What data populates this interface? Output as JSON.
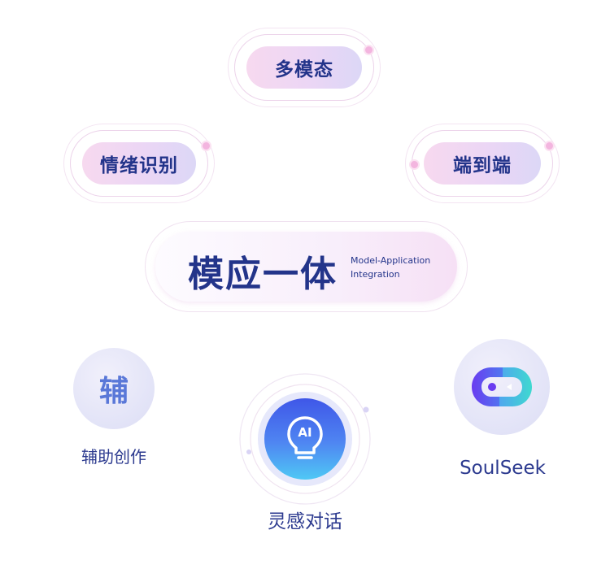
{
  "top": {
    "label": "多模态"
  },
  "left": {
    "label": "情绪识别"
  },
  "right": {
    "label": "端到端"
  },
  "center": {
    "title": "模应一体",
    "subtitle_line1": "Model-Application",
    "subtitle_line2": "Integration"
  },
  "features": [
    {
      "label": "辅助创作",
      "icon_glyph": "辅",
      "icon": "fu-character-icon"
    },
    {
      "label": "灵感对话",
      "icon_glyph": "AI",
      "icon": "ai-lightbulb-icon"
    },
    {
      "label": "SoulSeek",
      "icon": "soulseek-logo-icon"
    }
  ],
  "colors": {
    "text_navy": "#23348a",
    "pill_pink": "#f7d9ef",
    "pill_lavender": "#dcd7f6",
    "ai_blue": "#3f57e8",
    "ai_cyan": "#4fc8f5",
    "soulseek_purple": "#6a3cf0",
    "soulseek_teal": "#3fd9d0"
  }
}
